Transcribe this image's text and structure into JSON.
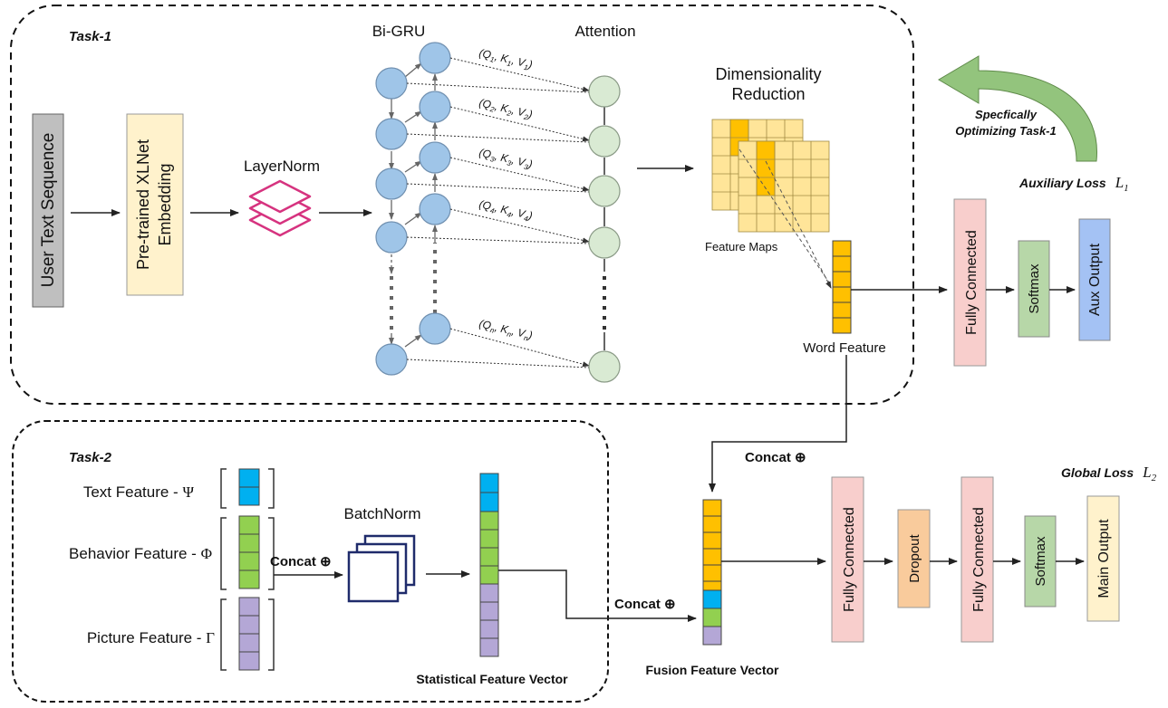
{
  "task1": {
    "title": "Task-1",
    "input_label": "User Text Sequence",
    "embedding_line1": "Pre-trained XLNet",
    "embedding_line2": "Embedding",
    "layernorm_label": "LayerNorm",
    "bigru_label": "Bi-GRU",
    "attention_label": "Attention",
    "qkv": [
      {
        "q": "Q",
        "k": "K",
        "v": "V",
        "sub": "1"
      },
      {
        "q": "Q",
        "k": "K",
        "v": "V",
        "sub": "2"
      },
      {
        "q": "Q",
        "k": "K",
        "v": "V",
        "sub": "3"
      },
      {
        "q": "Q",
        "k": "K",
        "v": "V",
        "sub": "4"
      },
      {
        "q": "Q",
        "k": "K",
        "v": "V",
        "sub": "n"
      }
    ],
    "dim_reduction_line1": "Dimensionality",
    "dim_reduction_line2": "Reduction",
    "feature_maps_label": "Feature Maps",
    "word_feature_label": "Word Feature"
  },
  "aux": {
    "specifically_line1": "Specfically",
    "specifically_line2": "Optimizing Task-1",
    "loss_label": "Auxiliary Loss",
    "loss_symbol": "L",
    "loss_sub": "1",
    "fc_label": "Fully Connected",
    "softmax_label": "Softmax",
    "output_label": "Aux Output"
  },
  "task2": {
    "title": "Task-2",
    "text_feature": "Text Feature - ",
    "text_symbol": "Ψ",
    "behavior_feature": "Behavior Feature - ",
    "behavior_symbol": "Φ",
    "picture_feature": "Picture Feature - ",
    "picture_symbol": "Γ",
    "concat_label": "Concat ⊕",
    "batchnorm_label": "BatchNorm",
    "stat_vector_label": "Statistical Feature Vector"
  },
  "fusion": {
    "concat_top_label": "Concat ⊕",
    "concat_bottom_label": "Concat ⊕",
    "fusion_label": "Fusion Feature Vector"
  },
  "main": {
    "loss_label": "Global Loss",
    "loss_symbol": "L",
    "loss_sub": "2",
    "fc1_label": "Fully Connected",
    "dropout_label": "Dropout",
    "fc2_label": "Fully Connected",
    "softmax_label": "Softmax",
    "output_label": "Main Output"
  },
  "colors": {
    "gray_box": "#bfbfbf",
    "yellow_box": "#fff2cc",
    "pink_box": "#f8cecc",
    "green_box": "#d5e8d4",
    "softmax": "#b7d7a8",
    "blue_box": "#a4c2f4",
    "orange_box": "#f9cb9c",
    "gru_node": "#9fc5e8",
    "att_node": "#d9ead3",
    "layernorm": "#d6337f",
    "orange_cell": "#ffc000",
    "cyan_cell": "#00b0f0",
    "green_cell": "#92d050",
    "purple_cell": "#b4a7d6",
    "fmap_cell": "#ffe599",
    "curve_arrow": "#93c47d"
  }
}
